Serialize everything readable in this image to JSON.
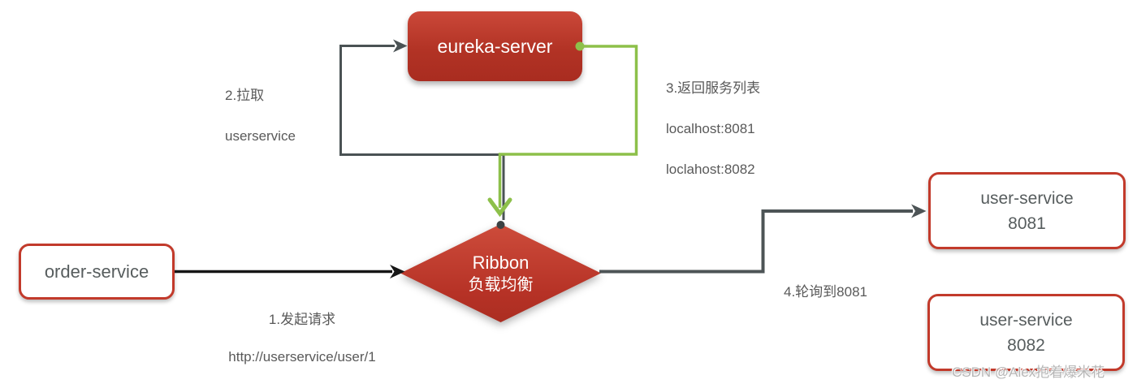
{
  "nodes": {
    "eureka_server": {
      "label": "eureka-server"
    },
    "ribbon": {
      "title": "Ribbon",
      "subtitle": "负载均衡"
    },
    "order_service": {
      "label": "order-service"
    },
    "user_service_1": {
      "name": "user-service",
      "port": "8081"
    },
    "user_service_2": {
      "name": "user-service",
      "port": "8082"
    }
  },
  "annotations": {
    "step1_line1": "1.发起请求",
    "step1_line2": "http://userservice/user/1",
    "step2_line1": "2.拉取",
    "step2_line2": "userservice",
    "step3_line1": "3.返回服务列表",
    "step3_line2": "localhost:8081",
    "step3_line3": "loclahost:8082",
    "step4": "4.轮询到8081"
  },
  "watermark": "CSDN @Alex抱着爆米花",
  "colors": {
    "node_red_light": "#cb4839",
    "node_red_dark": "#a92c20",
    "outline_red": "#c23a2b",
    "arrow_dark": "#4a5254",
    "arrow_black": "#161616",
    "arrow_green": "#8dc04a",
    "text_gray": "#595959",
    "watermark_gray": "#b6b6b6"
  }
}
